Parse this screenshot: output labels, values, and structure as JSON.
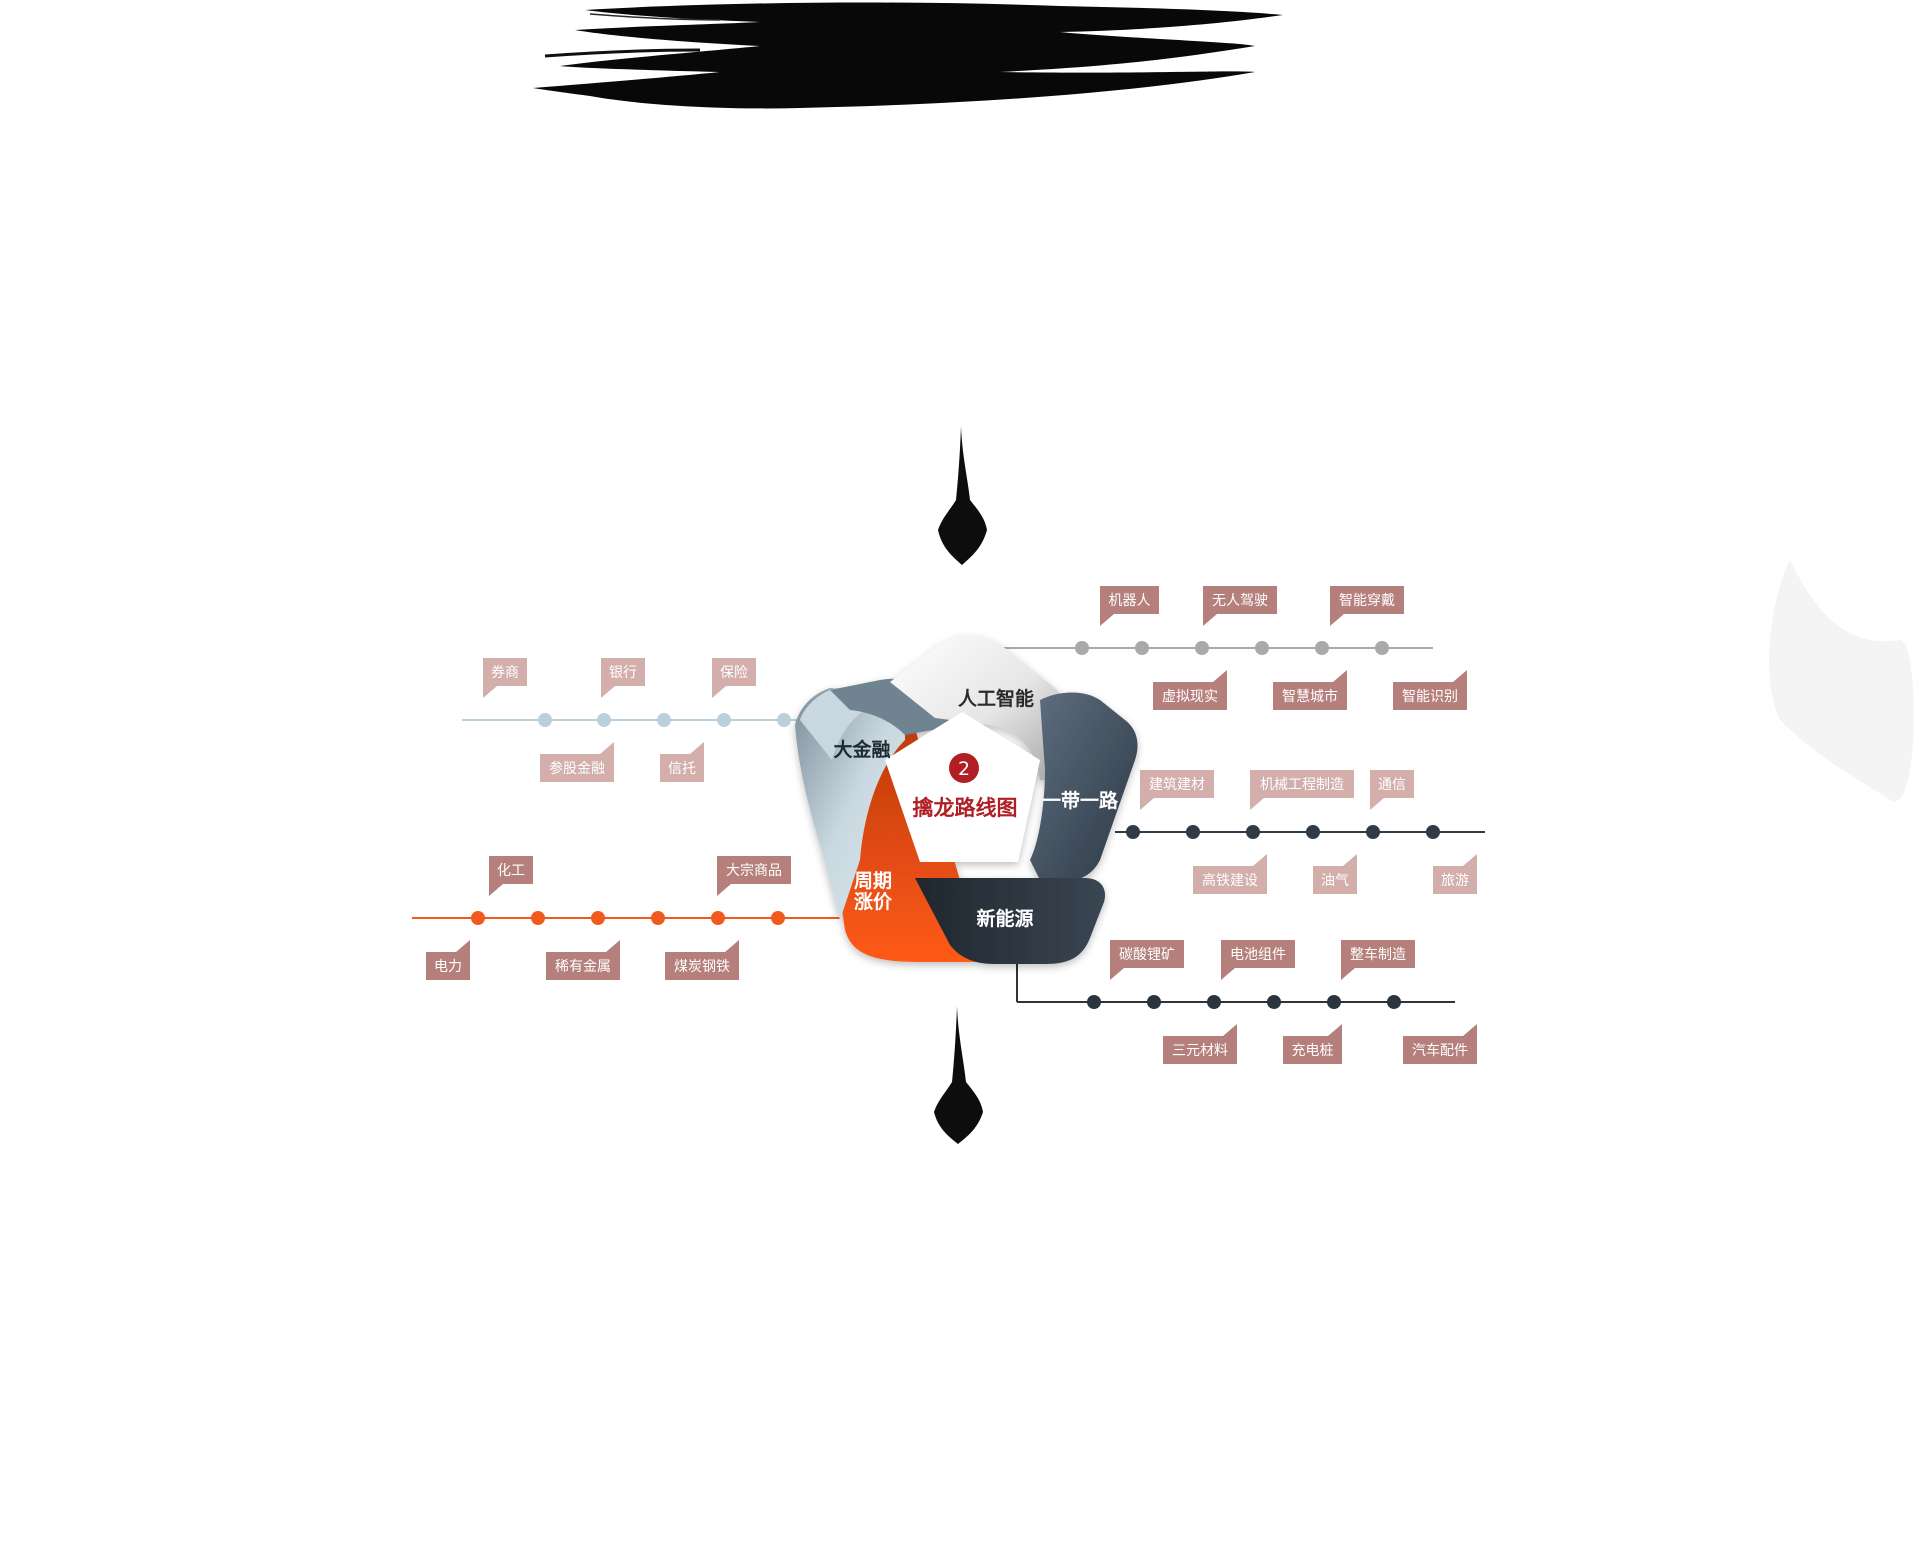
{
  "center": {
    "number": "2",
    "title": "擒龙路线图"
  },
  "segments": {
    "ai": "人工智能",
    "finance": "大金融",
    "belt_road": "一带一路",
    "new_energy": "新能源",
    "cycle_line1": "周期",
    "cycle_line2": "涨价"
  },
  "colors": {
    "ink": "#0b0b0b",
    "center_red": "#b01f24",
    "tag_dark": "#b5807c",
    "tag_light": "#d3aeab",
    "ai_line": "#a9a9a9",
    "finance_line": "#bcd0db",
    "belt_line": "#2f3b47",
    "energy_line": "#2b343d",
    "cycle_line": "#f15a1e"
  },
  "branches": {
    "ai": {
      "top": [
        "机器人",
        "无人驾驶",
        "智能穿戴"
      ],
      "bottom": [
        "虚拟现实",
        "智慧城市",
        "智能识别"
      ]
    },
    "finance": {
      "top": [
        "券商",
        "银行",
        "保险"
      ],
      "bottom": [
        "参股金融",
        "信托"
      ]
    },
    "belt_road": {
      "top": [
        "建筑建材",
        "机械工程制造",
        "通信"
      ],
      "bottom": [
        "高铁建设",
        "油气",
        "旅游"
      ]
    },
    "cycle": {
      "top": [
        "化工",
        "大宗商品"
      ],
      "bottom": [
        "电力",
        "稀有金属",
        "煤炭钢铁"
      ]
    },
    "new_energy": {
      "top": [
        "碳酸锂矿",
        "电池组件",
        "整车制造"
      ],
      "bottom": [
        "三元材料",
        "充电桩",
        "汽车配件"
      ]
    }
  },
  "icons": [
    "ink-brush-stroke",
    "ink-arrow-down-icon",
    "ink-arrow-down-icon"
  ]
}
